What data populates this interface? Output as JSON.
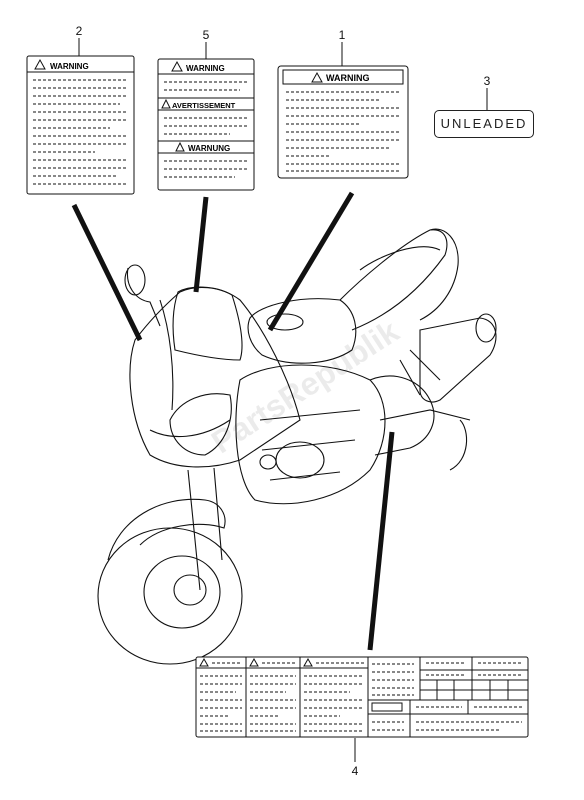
{
  "callouts": {
    "c1": "1",
    "c2": "2",
    "c3": "3",
    "c4": "4",
    "c5": "5"
  },
  "labels": {
    "label2": {
      "heading": "WARNING"
    },
    "label5": {
      "heading1": "WARNING",
      "heading2": "AVERTISSEMENT",
      "heading3": "WARNUNG"
    },
    "label1": {
      "heading": "WARNING"
    },
    "label3": {
      "text": "UNLEADED"
    }
  },
  "watermark": "PartsRepublik",
  "colors": {
    "ink": "#111111",
    "background": "#ffffff"
  }
}
